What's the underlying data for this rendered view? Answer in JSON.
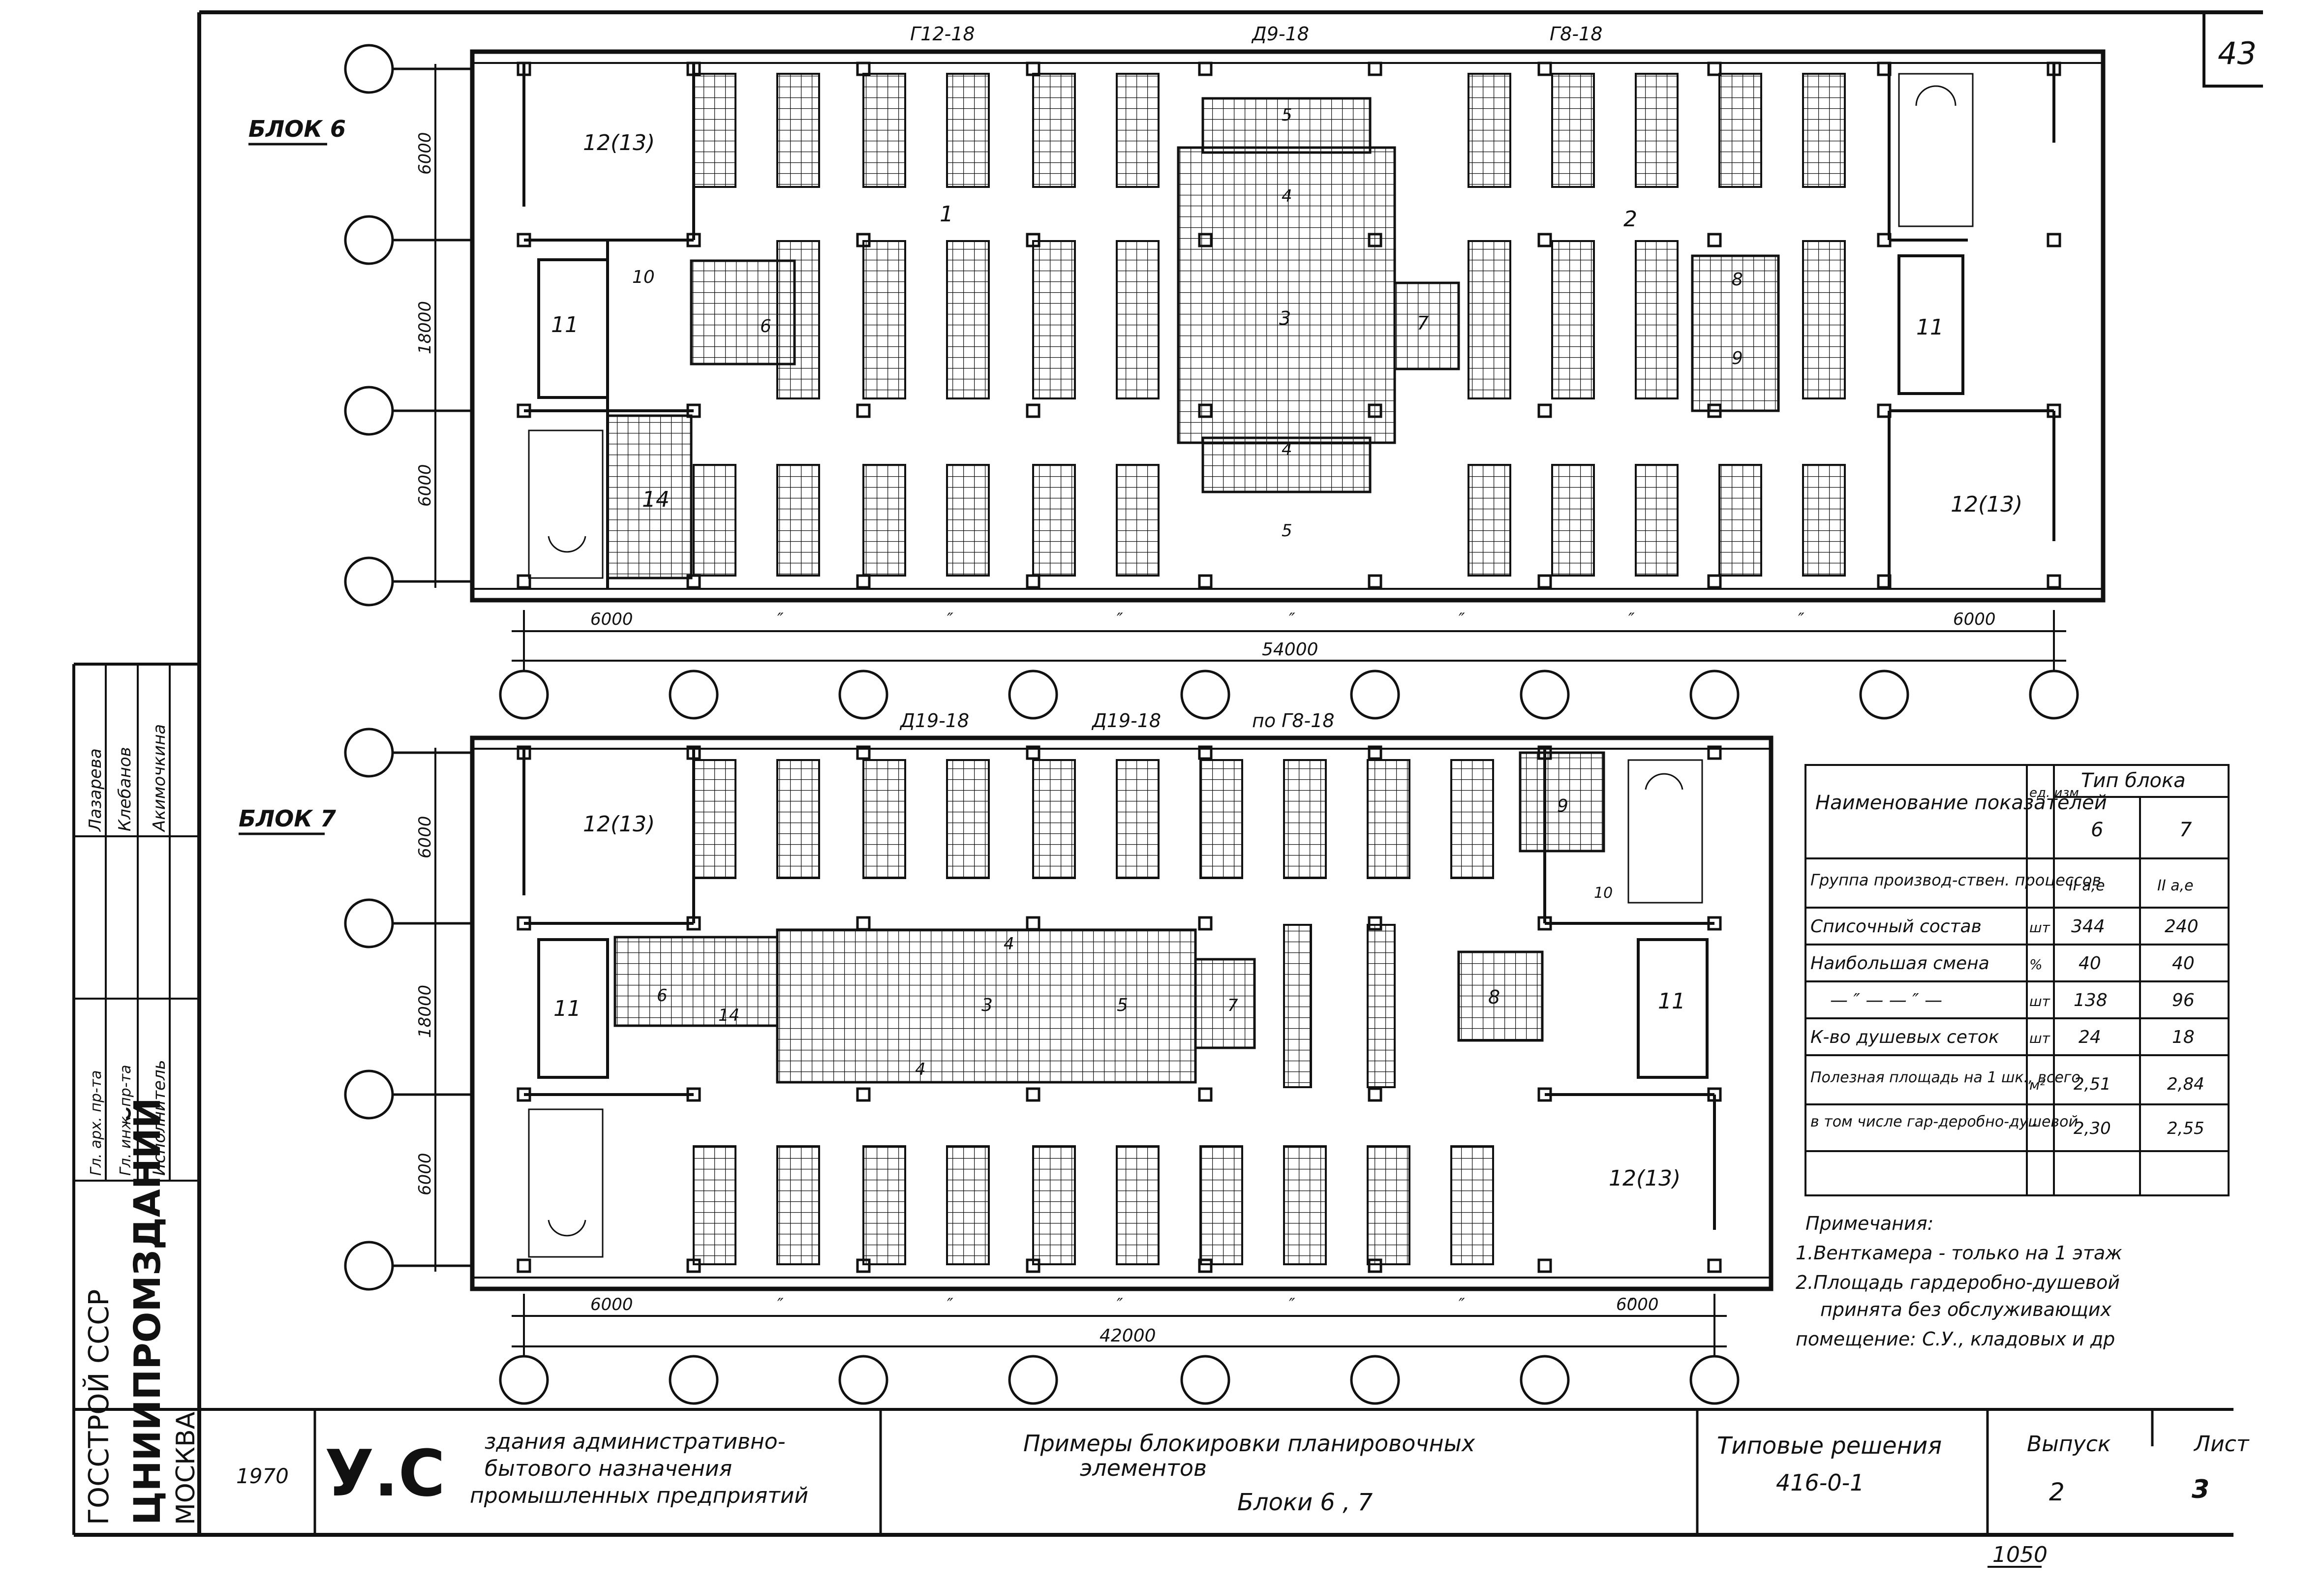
{
  "sheet_number": "43",
  "block6": {
    "label": "БЛОК 6",
    "top_refs": [
      "Г12-18",
      "Д9-18",
      "Г8-18"
    ],
    "dims_vertical": [
      "6000",
      "18000",
      "6000"
    ],
    "dims_bottom": [
      "6000",
      "″",
      "″",
      "″",
      "″",
      "″",
      "″",
      "″",
      "6000"
    ],
    "dim_total": "54000",
    "rooms": {
      "r1": "1",
      "r2": "2",
      "r3": "3",
      "r4a": "4",
      "r4b": "4",
      "r5a": "5",
      "r5b": "5",
      "r6": "6",
      "r7": "7",
      "r8": "8",
      "r9": "9",
      "r10": "10",
      "r11a": "11",
      "r11b": "11",
      "r12a": "12(13)",
      "r12b": "12(13)",
      "r14": "14"
    }
  },
  "block7": {
    "label": "БЛОК 7",
    "top_refs": [
      "Д19-18",
      "Д19-18",
      "по Г8-18"
    ],
    "dims_vertical": [
      "6000",
      "18000",
      "6000"
    ],
    "dims_bottom": [
      "6000",
      "″",
      "″",
      "″",
      "″",
      "″",
      "″",
      "6000"
    ],
    "dim_total": "42000",
    "rooms": {
      "r3": "3",
      "r4a": "4",
      "r4b": "4",
      "r5": "5",
      "r6": "6",
      "r7": "7",
      "r8": "8",
      "r9": "9",
      "r10": "10",
      "r11a": "11",
      "r11b": "11",
      "r12a": "12(13)",
      "r12b": "12(13)",
      "r14": "14"
    }
  },
  "table": {
    "col_name": "Наименование показателей",
    "col_unit": "ед. изм",
    "col_type": "Тип блока",
    "col_b6": "6",
    "col_b7": "7",
    "rows": [
      {
        "name": "Группа производ-ствен. процессов",
        "unit": "",
        "b6": "II а,е",
        "b7": "II а,е"
      },
      {
        "name": "Списочный состав",
        "unit": "шт",
        "b6": "344",
        "b7": "240"
      },
      {
        "name": "Наибольшая смена",
        "unit": "%",
        "b6": "40",
        "b7": "40"
      },
      {
        "name": "— ″ —    — ″ —",
        "unit": "шт",
        "b6": "138",
        "b7": "96"
      },
      {
        "name": "К-во душевых сеток",
        "unit": "шт",
        "b6": "24",
        "b7": "18"
      },
      {
        "name": "Полезная площадь на 1 шк., всего",
        "unit": "м²",
        "b6": "2,51",
        "b7": "2,84"
      },
      {
        "name": "в том числе гар-деробно-душевой",
        "unit": "″",
        "b6": "2,30",
        "b7": "2,55"
      }
    ]
  },
  "notes": {
    "title": "Примечания:",
    "lines": [
      "1.Венткамера - только на 1 этаж",
      "2.Площадь гардеробно-душевой",
      "принята без обслуживающих",
      "помещение: С.У., кладовых и др"
    ]
  },
  "side_stamp": {
    "roles": [
      "Гл. арх. пр-та",
      "Гл. инж. пр-та",
      "Исполнитель"
    ],
    "names": [
      "Лазарева",
      "Клебанов",
      "Акимочкина"
    ],
    "org_lines": [
      "ГОССТРОЙ СССР",
      "ЦНИИПРОМЗДАНИЙ",
      "МОСКВА"
    ]
  },
  "title_block": {
    "year": "1970",
    "logo": "У.С",
    "subject_lines": [
      "здания административно-",
      "бытового назначения",
      "промышленных предприятий"
    ],
    "drawing_title_lines": [
      "Примеры блокировки планировочных",
      "элементов"
    ],
    "drawing_subtitle": "Блоки 6 , 7",
    "series_label": "Типовые решения",
    "series_number": "416-0-1",
    "issue_label": "Выпуск",
    "issue_value": "2",
    "sheet_label": "Лист",
    "sheet_value": "3",
    "under_number": "1050"
  }
}
